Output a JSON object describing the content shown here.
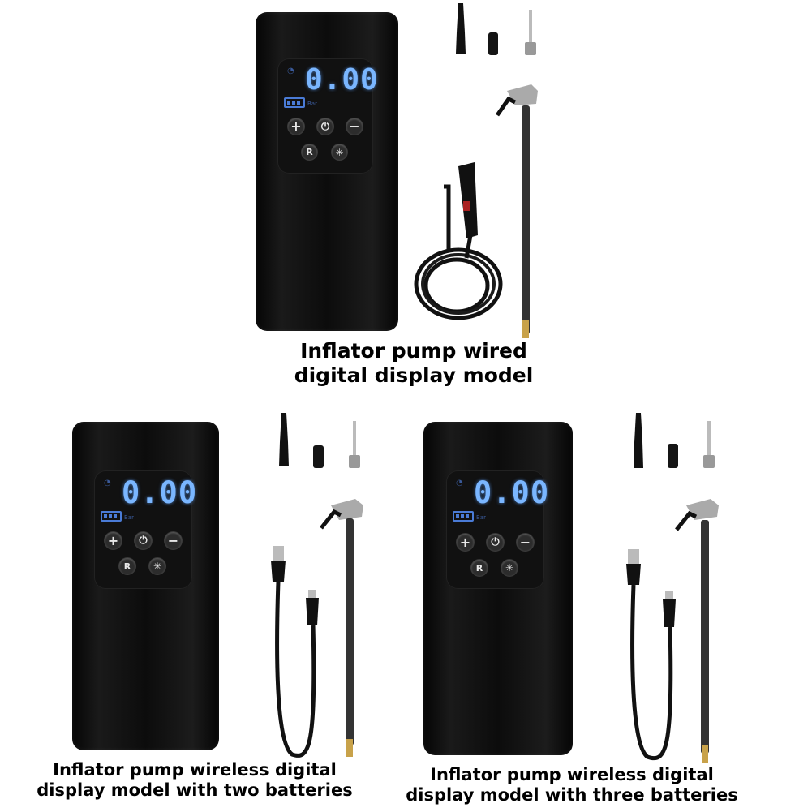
{
  "panels": [
    {
      "caption_line1": "Inflator pump wired",
      "caption_line2": "digital display model",
      "display": {
        "reading": "0.00",
        "unit": "Bar"
      }
    },
    {
      "caption_line1": "Inflator pump wireless digital",
      "caption_line2": "display model with two batteries",
      "display": {
        "reading": "0.00",
        "unit": "Bar"
      }
    },
    {
      "caption_line1": "Inflator pump wireless digital",
      "caption_line2": "display model with three batteries",
      "display": {
        "reading": "0.00",
        "unit": "Bar"
      }
    }
  ],
  "buttons": {
    "plus": "+",
    "power": "⏻",
    "minus": "−",
    "mode": "R",
    "light": "✳"
  },
  "icons": {
    "wifi": "wifi-icon",
    "battery": "battery-icon",
    "plus": "plus-icon",
    "power": "power-icon",
    "minus": "minus-icon",
    "mode": "mode-icon",
    "light": "light-icon"
  },
  "colors": {
    "background": "#ffffff",
    "pump_body": "#0c0c0c",
    "display_digits": "#7ab6ff"
  }
}
